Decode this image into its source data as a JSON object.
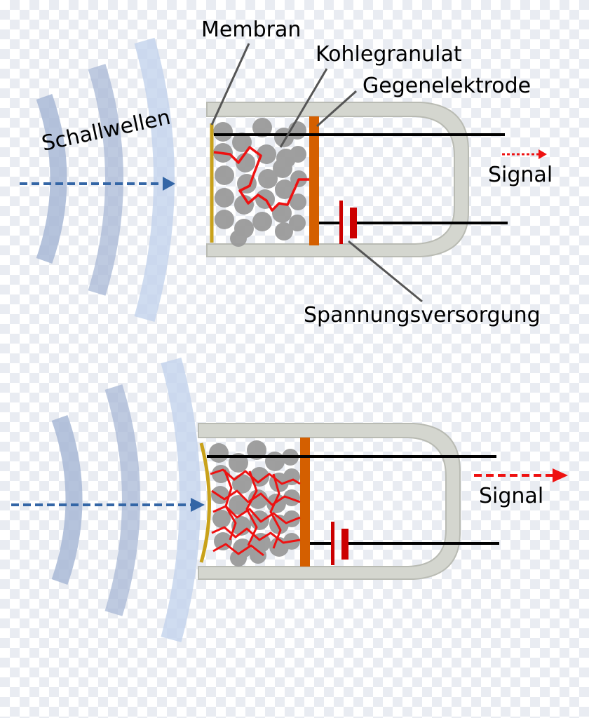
{
  "labels": {
    "membrane": "Membran",
    "granules": "Kohlegranulat",
    "counter_electrode": "Gegenelektrode",
    "sound_waves": "Schallwellen",
    "signal_top": "Signal",
    "power_supply": "Spannungsversorgung",
    "signal_bottom": "Signal"
  },
  "colors": {
    "wave": "#9fb3d3",
    "wave_light": "#c5d6ee",
    "arrow": "#3466a6",
    "housing": "#d4d6cf",
    "housing_stroke": "#b9bbb3",
    "membrane": "#c9a21b",
    "electrode": "#d45f00",
    "granule": "#9a9a9a",
    "current_path": "#ee1111",
    "wire": "#000000",
    "battery": "#cc0000",
    "signal_arrow": "#ee1111",
    "leader": "#555555"
  }
}
